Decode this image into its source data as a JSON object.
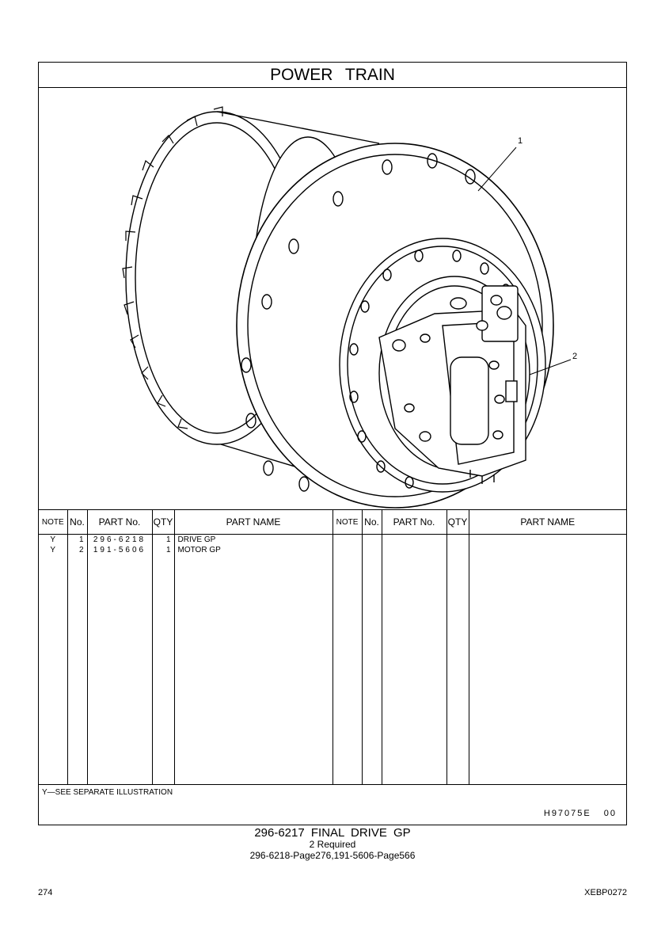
{
  "header": {
    "title": "POWER  TRAIN"
  },
  "illustration": {
    "callouts": [
      "1",
      "2"
    ]
  },
  "table": {
    "columns": [
      "NOTE",
      "No.",
      "PART No.",
      "QTY",
      "PART NAME"
    ],
    "rows": [
      {
        "note": "Y",
        "no": "1",
        "part_no": "296-6218",
        "qty": "1",
        "name": "DRIVE GP"
      },
      {
        "note": "Y",
        "no": "2",
        "part_no": "191-5606",
        "qty": "1",
        "name": "MOTOR GP"
      }
    ]
  },
  "footnote": "Y—SEE SEPARATE ILLUSTRATION",
  "image_ref": {
    "code": "H97075E",
    "rev": "00"
  },
  "caption": {
    "group": "296-6217  FINAL DRIVE GP",
    "required": "2 Required",
    "pages": "296-6218-Page276,191-5606-Page566"
  },
  "page": {
    "number": "274",
    "pub_code": "XEBP0272"
  }
}
